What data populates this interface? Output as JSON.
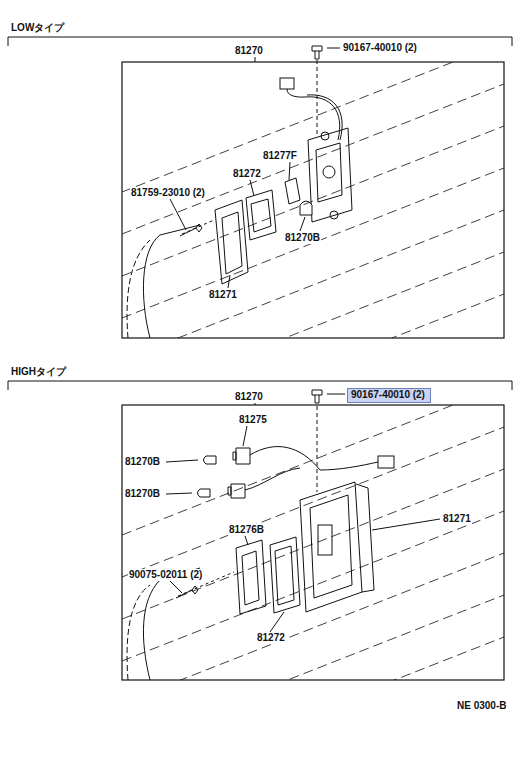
{
  "diagram": {
    "nodes": [
      {
        "text": [
          "90167-40010 (2)"
        ]
      }
    ],
    "labels": [
      "LOWタイプ",
      "81270",
      "90167-40010 (2)",
      "81277F",
      "81759-23010 (2)",
      "81272",
      "81270B",
      "81271",
      "HIGHタイプ",
      "81270",
      "81275",
      "81270B",
      "81270B",
      "81276B",
      "81271",
      "90075-02011 (2)",
      "81272",
      "NE 0300-B"
    ]
  }
}
